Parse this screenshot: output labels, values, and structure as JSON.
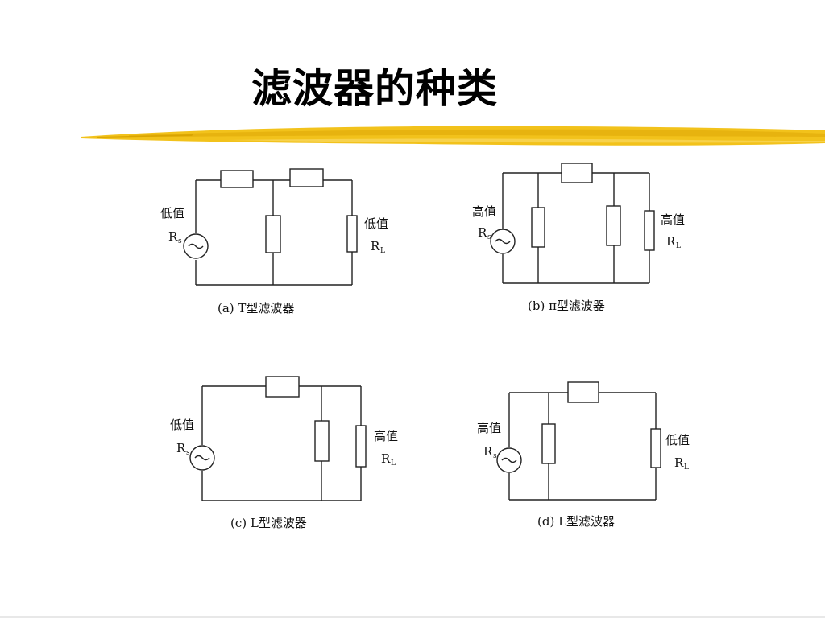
{
  "title": "滤波器的种类",
  "colors": {
    "brush": "#f2c21b",
    "brush_dark": "#d9a400",
    "line": "#222222"
  },
  "circuits": {
    "a": {
      "source_level": "低值",
      "source_r": "R",
      "source_sub": "s",
      "load_level": "低值",
      "load_r": "R",
      "load_sub": "L",
      "caption": "(a)  T型滤波器"
    },
    "b": {
      "source_level": "高值",
      "source_r": "R",
      "source_sub": "s",
      "load_level": "高值",
      "load_r": "R",
      "load_sub": "L",
      "caption": "(b)  π型滤波器"
    },
    "c": {
      "source_level": "低值",
      "source_r": "R",
      "source_sub": "s",
      "load_level": "高值",
      "load_r": "R",
      "load_sub": "L",
      "caption": "(c)   L型滤波器"
    },
    "d": {
      "source_level": "高值",
      "source_r": "R",
      "source_sub": "s",
      "load_level": "低值",
      "load_r": "R",
      "load_sub": "L",
      "caption": "(d)  L型滤波器"
    }
  }
}
